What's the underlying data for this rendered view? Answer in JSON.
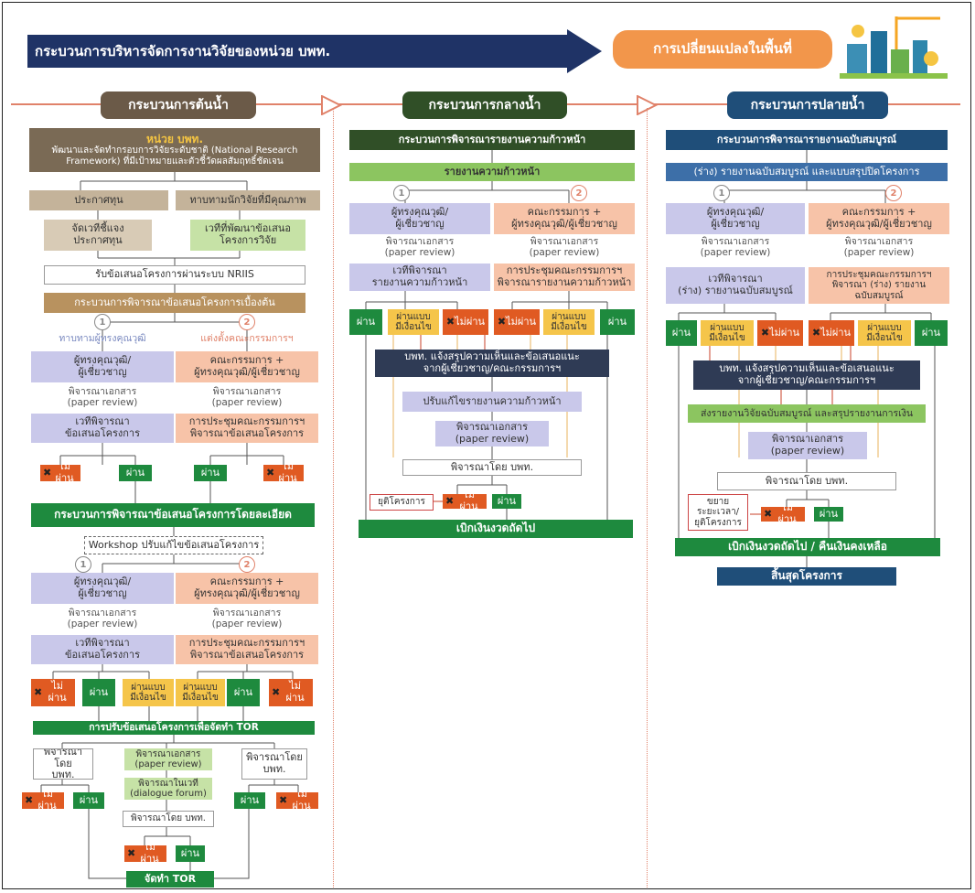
{
  "header": {
    "main_title": "กระบวนการบริหารจัดการงานวิจัยของหน่วย บพท.",
    "change_label": "การเปลี่ยนแปลงในพื้นที่",
    "colors": {
      "banner": "#1f3366",
      "change": "#f2964b",
      "accent": "#e0826a"
    },
    "illustration_icon": "crane-city-illustration"
  },
  "phases": {
    "upstream": "กระบวนการต้นน้ำ",
    "midstream": "กระบวนการกลางน้ำ",
    "downstream": "กระบวนการปลายน้ำ"
  },
  "common": {
    "pass": "ผ่าน",
    "fail": "ไม่ผ่าน",
    "conditional": "ผ่านแบบ\nมีเงื่อนไข",
    "n1": "1",
    "n2": "2",
    "expert": "ผู้ทรงคุณวุฒิ/\nผู้เชี่ยวชาญ",
    "committee_expert": "คณะกรรมการ +\nผู้ทรงคุณวุฒิ/ผู้เชี่ยวชาญ",
    "paper_review": "พิจารณาเอกสาร\n(paper review)",
    "x_mark": "✖"
  },
  "upstream": {
    "unit_title": "หน่วย บพท.",
    "unit_desc": "พัฒนาและจัดทำกรอบการวิจัยระดับชาติ (National Research Framework) ที่มีเป้าหมายและตัวชี้วัดผลสัมฤทธิ์ชัดเจน",
    "announce": "ประกาศทุน",
    "seek": "ทาบทามนักวิจัยที่มีคุณภาพ",
    "forum_announce": "จัดเวทีชี้แจง\nประกาศทุน",
    "forum_dev": "เวทีที่พัฒนาข้อเสนอ\nโครงการวิจัย",
    "submit": "รับข้อเสนอโครงการผ่านระบบ NRIIS",
    "initial_review": "กระบวนการพิจารณาข้อเสนอโครงการเบื้องต้น",
    "route1": "ทาบทามผู้ทรงคุณวุฒิ",
    "route2": "แต่งตั้งคณะกรรมการฯ",
    "forum_review": "เวทีพิจารณา\nข้อเสนอโครงการ",
    "meeting_review": "การประชุมคณะกรรมการฯ\nพิจารณาข้อเสนอโครงการ",
    "detail_review": "กระบวนการพิจารณาข้อเสนอโครงการโดยละเอียด",
    "workshop": "Workshop ปรับแก้ไขข้อเสนอโครงการ",
    "tor_adjust": "การปรับข้อเสนอโครงการเพื่อจัดทำ TOR",
    "by_unit": "พิจารณาโดย\nบพท.",
    "dialogue": "พิจารณาในเวที\n(dialogue forum)",
    "by_unit_inline": "พิจารณาโดย บพท.",
    "tor": "จัดทำ TOR"
  },
  "midstream": {
    "title": "กระบวนการพิจารณารายงานความก้าวหน้า",
    "report": "รายงานความก้าวหน้า",
    "forum": "เวทีพิจารณา\nรายงานความก้าวหน้า",
    "meeting": "การประชุมคณะกรรมการฯ\nพิจารณารายงานความก้าวหน้า",
    "notify": "บพท. แจ้งสรุปความเห็นและข้อเสนอแนะ\nจากผู้เชี่ยวชาญ/คณะกรรมการฯ",
    "revise": "ปรับแก้ไขรายงานความก้าวหน้า",
    "by_unit": "พิจารณาโดย บพท.",
    "terminate": "ยุติโครงการ",
    "next_payment": "เบิกเงินงวดถัดไป"
  },
  "downstream": {
    "title": "กระบวนการพิจารณารายงานฉบับสมบูรณ์",
    "draft": "(ร่าง) รายงานฉบับสมบูรณ์ และแบบสรุปปิดโครงการ",
    "forum": "เวทีพิจารณา\n(ร่าง) รายงานฉบับสมบูรณ์",
    "meeting": "การประชุมคณะกรรมการฯ\nพิจารณา (ร่าง) รายงาน\nฉบับสมบูรณ์",
    "notify": "บพท. แจ้งสรุปความเห็นและข้อเสนอแนะ\nจากผู้เชี่ยวชาญ/คณะกรรมการฯ",
    "submit_final": "ส่งรายงานวิจัยฉบับสมบูรณ์ และสรุปรายงานการเงิน",
    "by_unit": "พิจารณาโดย บพท.",
    "extend": "ขยาย\nระยะเวลา/\nยุติโครงการ",
    "payout": "เบิกเงินงวดถัดไป / คืนเงินคงเหลือ",
    "end": "สิ้นสุดโครงการ"
  }
}
